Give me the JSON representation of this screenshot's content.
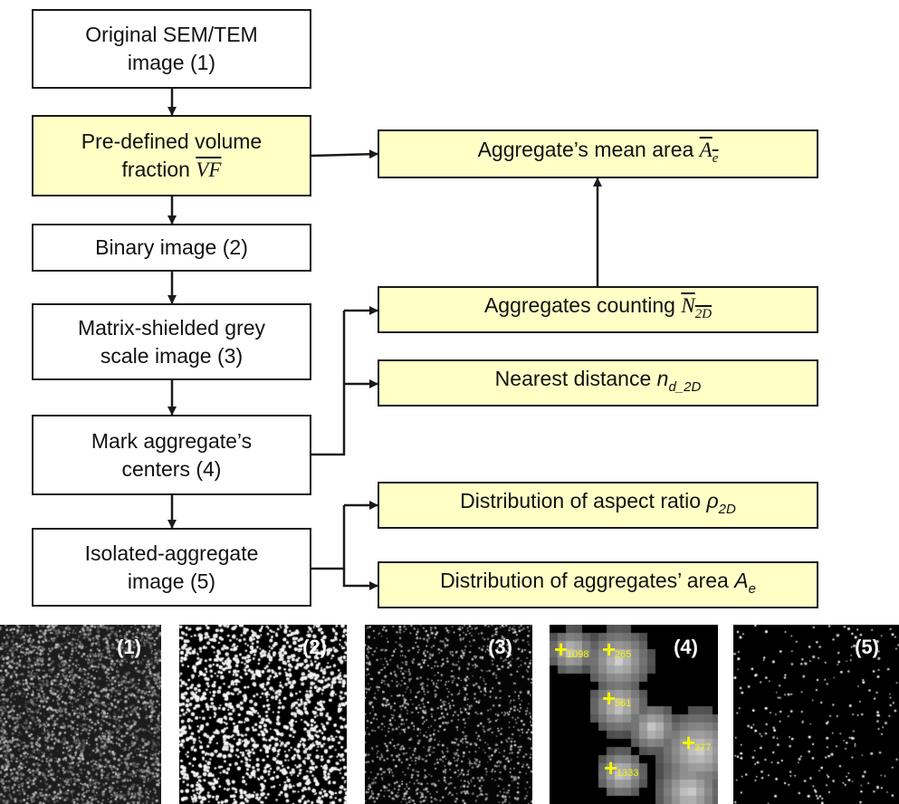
{
  "flowchart": {
    "left_steps": [
      {
        "line1": "Original SEM/TEM",
        "line2": "image (1)"
      },
      {
        "line1": "Pre-defined volume",
        "line2_text": "fraction ",
        "line2_symbol": "VF"
      },
      {
        "line1": "Binary image (2)"
      },
      {
        "line1": "Matrix-shielded grey",
        "line2": "scale image (3)"
      },
      {
        "line1": "Mark aggregate’s",
        "line2": "centers (4)"
      },
      {
        "line1": "Isolated-aggregate",
        "line2": "image (5)"
      }
    ],
    "outputs": {
      "mean_area": {
        "text": "Aggregate’s mean area ",
        "symbol": "A",
        "sub": "e"
      },
      "counting": {
        "text": "Aggregates counting ",
        "symbol": "N",
        "sub": "2D"
      },
      "nearest": {
        "text": "Nearest distance ",
        "symbol": "n",
        "sub": "d_2D"
      },
      "aspect": {
        "text": "Distribution of aspect ratio ",
        "symbol": "ρ",
        "sub": "2D"
      },
      "area_dist": {
        "text": "Distribution of aggregates’ area ",
        "symbol": "A",
        "sub": "e"
      }
    }
  },
  "panels": [
    {
      "label": "(1)",
      "kind": "sem-original"
    },
    {
      "label": "(2)",
      "kind": "binary"
    },
    {
      "label": "(3)",
      "kind": "grey-shielded"
    },
    {
      "label": "(4)",
      "kind": "marked-centers",
      "markers": [
        {
          "id": "1098"
        },
        {
          "id": "265"
        },
        {
          "id": "561"
        },
        {
          "id": "377"
        },
        {
          "id": "1333"
        }
      ]
    },
    {
      "label": "(5)",
      "kind": "isolated"
    }
  ],
  "colors": {
    "highlight_box": "#ffffc6",
    "marker": "#f5f500",
    "line": "#1a1a1a"
  }
}
